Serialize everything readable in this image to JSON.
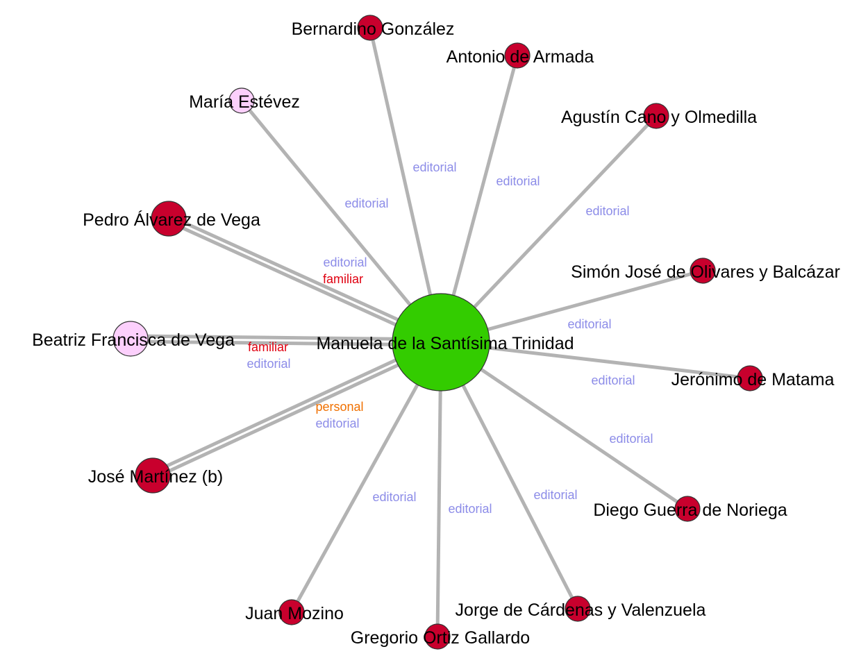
{
  "colors": {
    "edge": "#b3b3b3",
    "center_node": "#33cc00",
    "red_node": "#c8002d",
    "pink_node": "#fcd0fc",
    "editorial": "#8c8ce8",
    "familiar": "#e00010",
    "personal": "#f07000"
  },
  "center": {
    "label": "Manuela de la Santísima Trinidad",
    "color": "center_node"
  },
  "nodes": [
    {
      "label": "Bernardino González",
      "color": "red_node",
      "edges": [
        "editorial"
      ]
    },
    {
      "label": "Antonio de Armada",
      "color": "red_node",
      "edges": [
        "editorial"
      ]
    },
    {
      "label": "Agustín Cano y Olmedilla",
      "color": "red_node",
      "edges": [
        "editorial"
      ]
    },
    {
      "label": "María Estévez",
      "color": "pink_node",
      "edges": [
        "editorial"
      ]
    },
    {
      "label": "Pedro Álvarez de Vega",
      "color": "red_node",
      "edges": [
        "editorial",
        "familiar"
      ]
    },
    {
      "label": "Simón José de Olivares y Balcázar",
      "color": "red_node",
      "edges": [
        "editorial"
      ]
    },
    {
      "label": "Beatriz Francisca de Vega",
      "color": "pink_node",
      "edges": [
        "familiar",
        "editorial"
      ]
    },
    {
      "label": "Jerónimo de Matama",
      "color": "red_node",
      "edges": [
        "editorial"
      ]
    },
    {
      "label": "José Martínez (b)",
      "color": "red_node",
      "edges": [
        "personal",
        "editorial"
      ]
    },
    {
      "label": "Diego Guerra de Noriega",
      "color": "red_node",
      "edges": [
        "editorial"
      ]
    },
    {
      "label": "Juan Mozino",
      "color": "red_node",
      "edges": [
        "editorial"
      ]
    },
    {
      "label": "Gregorio Ortiz Gallardo",
      "color": "red_node",
      "edges": [
        "editorial"
      ]
    },
    {
      "label": "Jorge de Cárdenas y Valenzuela",
      "color": "red_node",
      "edges": [
        "editorial"
      ]
    }
  ]
}
